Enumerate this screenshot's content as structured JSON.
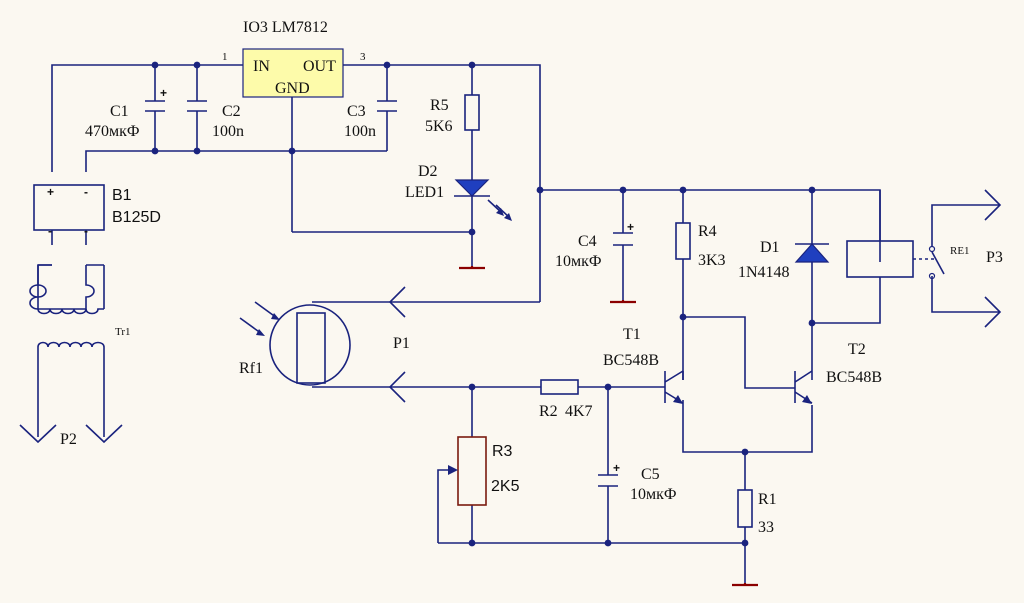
{
  "regulator": {
    "name": "IO3 LM7812",
    "pin_in_num": "1",
    "pin_out_num": "3",
    "pin_in": "IN",
    "pin_out": "OUT",
    "pin_gnd": "GND",
    "fill": "#fdfbaa"
  },
  "c1": {
    "ref": "C1",
    "value": "470мкФ",
    "polarity": "+"
  },
  "c2": {
    "ref": "C2",
    "value": "100n"
  },
  "c3": {
    "ref": "C3",
    "value": "100n"
  },
  "r5": {
    "ref": "R5",
    "value": "5K6"
  },
  "d2": {
    "ref": "D2",
    "value": "LED1"
  },
  "b1": {
    "ref": "B1",
    "value": "B125D",
    "plus": "+",
    "minus": "-"
  },
  "tr1": {
    "ref": "Tr1"
  },
  "p2": {
    "ref": "P2"
  },
  "c4": {
    "ref": "C4",
    "value": "10мкФ",
    "polarity": "+"
  },
  "r4": {
    "ref": "R4",
    "value": "3K3"
  },
  "d1": {
    "ref": "D1",
    "value": "1N4148"
  },
  "re1": {
    "ref": "RE1"
  },
  "p3": {
    "ref": "P3"
  },
  "p1": {
    "ref": "P1"
  },
  "rf1": {
    "ref": "Rf1"
  },
  "t1": {
    "ref": "T1",
    "value": "BC548B"
  },
  "t2": {
    "ref": "T2",
    "value": "BC548B"
  },
  "r2": {
    "ref": "R2",
    "value": "4K7"
  },
  "r3": {
    "ref": "R3",
    "value": "2K5"
  },
  "c5": {
    "ref": "C5",
    "value": "10мкФ",
    "polarity": "+"
  },
  "r1": {
    "ref": "R1",
    "value": "33"
  },
  "colors": {
    "wire": "#1a237e",
    "ground": "#8b0000",
    "pot": "#7a1b0f",
    "diode_fill": "#1f3fbf",
    "background": "#fbf8f1"
  }
}
